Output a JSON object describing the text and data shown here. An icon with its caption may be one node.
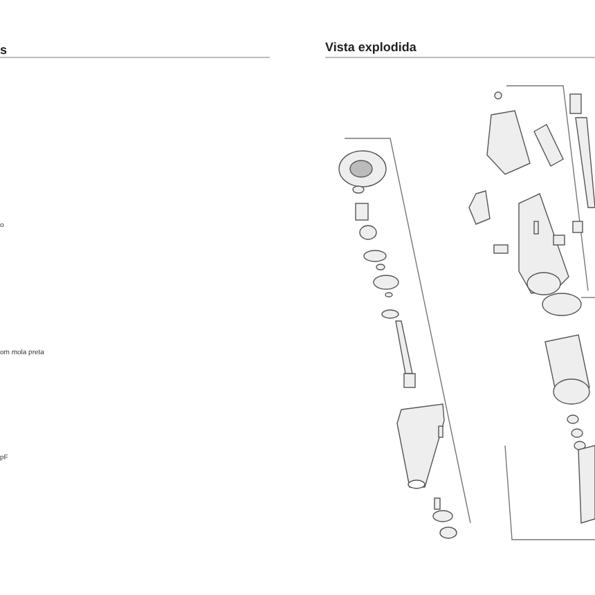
{
  "diagram": {
    "title": "Vista explodida",
    "labels": [
      "s",
      "o",
      "om mola preta",
      "pF"
    ]
  }
}
